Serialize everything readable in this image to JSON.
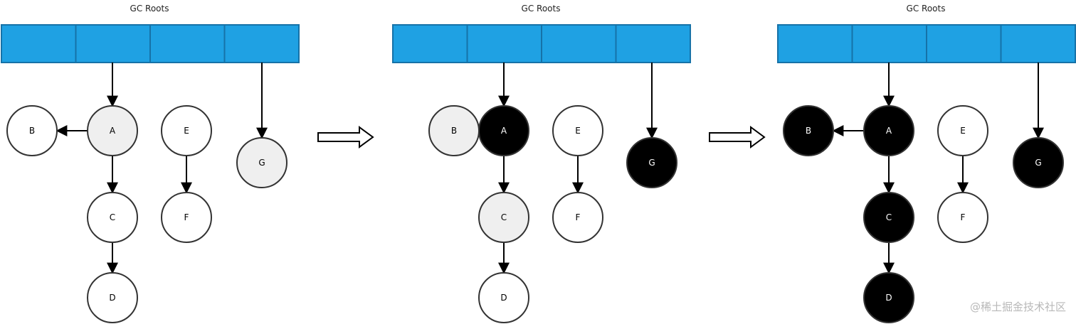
{
  "colors": {
    "root_fill": "#1fa1e3",
    "root_stroke": "#1672a8",
    "white": "#ffffff",
    "grey": "#efefef",
    "black": "#000000",
    "stroke": "#333333",
    "edge": "#000000"
  },
  "panels": [
    {
      "title": "GC Roots",
      "nodes": [
        {
          "id": "B",
          "label": "B",
          "state": "white"
        },
        {
          "id": "A",
          "label": "A",
          "state": "grey"
        },
        {
          "id": "E",
          "label": "E",
          "state": "white"
        },
        {
          "id": "G",
          "label": "G",
          "state": "grey"
        },
        {
          "id": "C",
          "label": "C",
          "state": "white"
        },
        {
          "id": "F",
          "label": "F",
          "state": "white"
        },
        {
          "id": "D",
          "label": "D",
          "state": "white"
        }
      ]
    },
    {
      "title": "GC Roots",
      "nodes": [
        {
          "id": "B",
          "label": "B",
          "state": "grey"
        },
        {
          "id": "A",
          "label": "A",
          "state": "black"
        },
        {
          "id": "E",
          "label": "E",
          "state": "white"
        },
        {
          "id": "G",
          "label": "G",
          "state": "black"
        },
        {
          "id": "C",
          "label": "C",
          "state": "grey"
        },
        {
          "id": "F",
          "label": "F",
          "state": "white"
        },
        {
          "id": "D",
          "label": "D",
          "state": "white"
        }
      ]
    },
    {
      "title": "GC Roots",
      "nodes": [
        {
          "id": "B",
          "label": "B",
          "state": "black"
        },
        {
          "id": "A",
          "label": "A",
          "state": "black"
        },
        {
          "id": "E",
          "label": "E",
          "state": "white"
        },
        {
          "id": "G",
          "label": "G",
          "state": "black"
        },
        {
          "id": "C",
          "label": "C",
          "state": "black"
        },
        {
          "id": "F",
          "label": "F",
          "state": "white"
        },
        {
          "id": "D",
          "label": "D",
          "state": "black"
        }
      ]
    }
  ],
  "edges": [
    {
      "from": "root-2",
      "to": "A"
    },
    {
      "from": "root-4",
      "to": "G"
    },
    {
      "from": "A",
      "to": "B"
    },
    {
      "from": "A",
      "to": "C"
    },
    {
      "from": "C",
      "to": "D"
    },
    {
      "from": "E",
      "to": "F"
    }
  ],
  "transitions": [
    {
      "icon": "hollow-right-arrow-icon"
    },
    {
      "icon": "hollow-right-arrow-icon"
    }
  ],
  "watermark": "@稀土掘金技术社区"
}
